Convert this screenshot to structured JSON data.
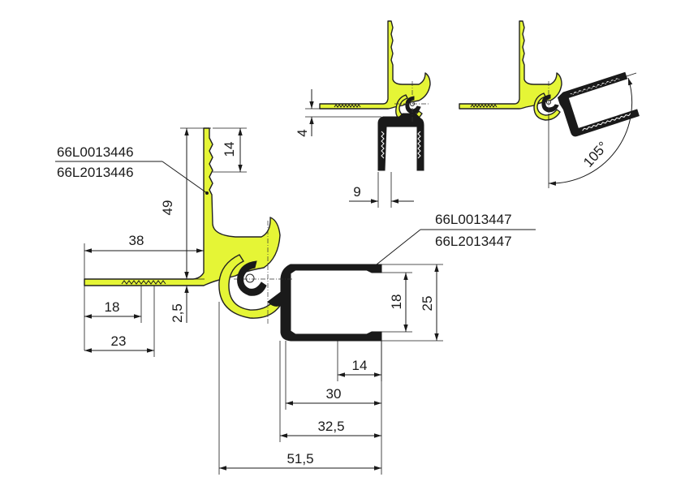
{
  "drawing": {
    "part_labels": {
      "left_top": "66L0013446",
      "left_bottom": "66L2013446",
      "right_top": "66L0013447",
      "right_bottom": "66L2013447"
    },
    "dimensions": {
      "d38": "38",
      "d18_left": "18",
      "d23": "23",
      "d2_5": "2,5",
      "d49": "49",
      "d14_top": "14",
      "d18_right": "18",
      "d25": "25",
      "d14_bottom": "14",
      "d30": "30",
      "d32_5": "32,5",
      "d51_5": "51,5",
      "d4": "4",
      "d9": "9",
      "angle": "105°"
    },
    "colors": {
      "profile_fill": "#e5f536",
      "profile_black": "#1a1a1a"
    }
  }
}
